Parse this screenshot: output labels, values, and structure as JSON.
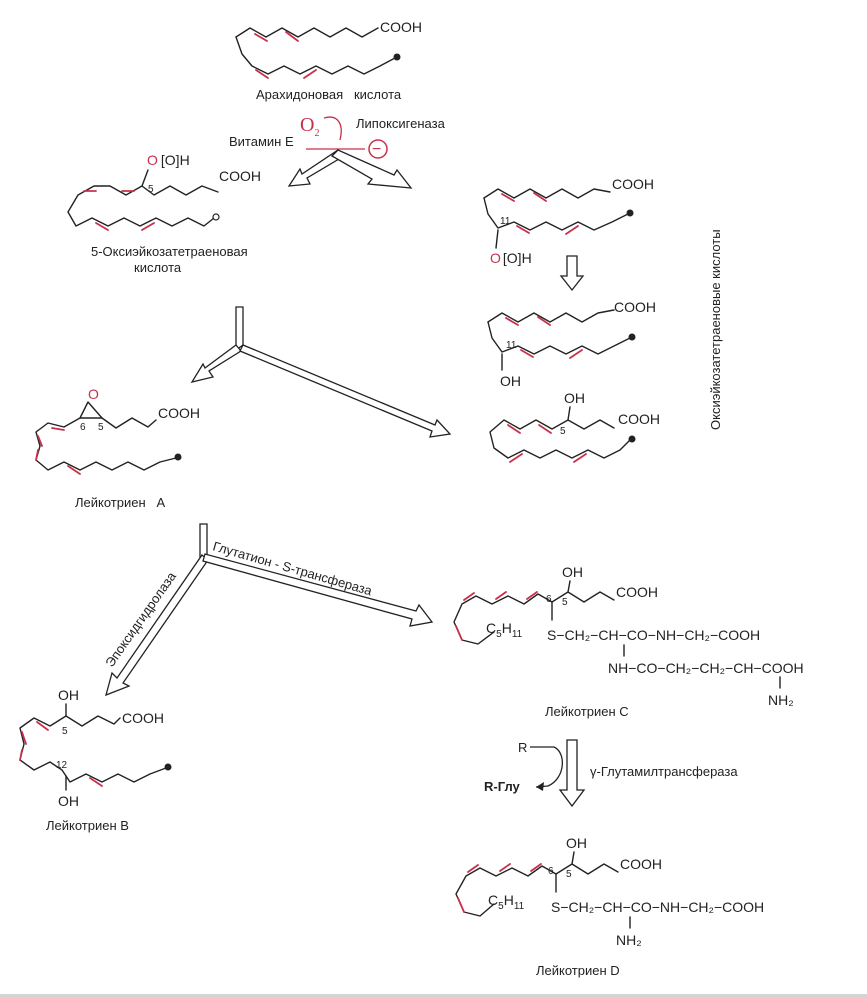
{
  "molecules": {
    "arachidonic": {
      "cooh": "COOH",
      "name": "Арахидоновая   кислота"
    },
    "hpete5": {
      "o_ooh": "O",
      "o_bracket": "[O]",
      "h": "H",
      "locant": "5",
      "cooh": "COOH",
      "name_line1": "5-Оксиэйкозатетраеновая",
      "name_line2": "кислота"
    },
    "hpete11": {
      "locant": "11",
      "o_ooh": "O",
      "o_bracket": "[O]",
      "h": "H",
      "cooh": "COOH"
    },
    "hete11": {
      "locant": "11",
      "oh": "OH",
      "cooh": "COOH"
    },
    "hete5": {
      "oh": "OH",
      "locant": "5",
      "cooh": "COOH"
    },
    "hete_group_label": "Оксиэйкозатетраеновые кислоты",
    "lta": {
      "o": "O",
      "locant6": "6",
      "locant5": "5",
      "cooh": "COOH",
      "name": "Лейкотриен   A"
    },
    "ltb": {
      "oh_top": "OH",
      "locant5": "5",
      "cooh": "COOH",
      "locant12": "12",
      "oh_bottom": "OH",
      "name": "Лейкотриен В"
    },
    "ltc": {
      "oh": "OH",
      "locant6": "6",
      "locant5": "5",
      "cooh": "COOH",
      "c5h11": "C",
      "c5h11_sub5": "5",
      "c5h11_h": "H",
      "c5h11_sub11": "11",
      "chain_line1": "S−CH₂−CH−CO−NH−CH₂−COOH",
      "chain_line2": "NH−CO−CH₂−CH₂−CH−COOH",
      "chain_line3": "NH₂",
      "name": "Лейкотриен C"
    },
    "ltd": {
      "oh": "OH",
      "locant6": "6",
      "locant5": "5",
      "cooh": "COOH",
      "c5h11": "C",
      "c5h11_sub5": "5",
      "c5h11_h": "H",
      "c5h11_sub11": "11",
      "chain_line1": "S−CH₂−CH−CO−NH−CH₂−COOH",
      "chain_line2": "NH₂",
      "name": "Лейкотриен D"
    }
  },
  "reactions": {
    "o2": "O",
    "o2_sub": "2",
    "inhibition_sign": "−",
    "vitamin_e": "Витамин E",
    "lipoxygenase": "Липоксигеназа",
    "epoxide_hydrolase": "Эпоксидгидролаза",
    "glutathione_transferase": "Глутатион - S-трансфераза",
    "gamma_gt": "γ-Глутамилтрансфераза",
    "r_in": "R",
    "r_out": "R-Глу"
  },
  "colors": {
    "double_bond": "#c8304a",
    "ink": "#222222"
  }
}
